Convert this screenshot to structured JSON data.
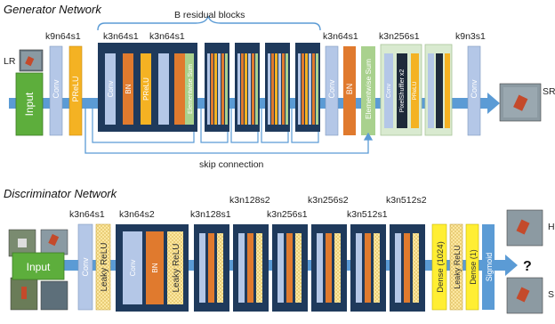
{
  "generator": {
    "title": "Generator Network",
    "residual_label": "B residual blocks",
    "skip_label": "skip connection",
    "input_tag": "LR",
    "output_tag": "SR",
    "input_label": "Input",
    "conv_label": "Conv",
    "prelu_label": "PReLU",
    "bn_label": "BN",
    "ew_sum_label": "Elementwise Sum",
    "pixelshuffler_label": "PixelShuffler x2",
    "params": {
      "first": "k9n64s1",
      "block_a": "k3n64s1",
      "block_b": "k3n64s1",
      "post": "k3n64s1",
      "upsample": "k3n256s1",
      "final": "k9n3s1"
    }
  },
  "discriminator": {
    "title": "Discriminator Network",
    "input_label": "Input",
    "conv_label": "Conv",
    "bn_label": "BN",
    "leaky_label": "Leaky ReLU",
    "dense1024_label": "Dense (1024)",
    "dense1_label": "Dense (1)",
    "sigmoid_label": "Sigmoid",
    "question": "?",
    "out_tag_top": "H",
    "out_tag_bottom": "S",
    "params": {
      "p1": "k3n64s1",
      "p2": "k3n64s2",
      "p3": "k3n128s1",
      "p4": "k3n128s2",
      "p5": "k3n256s1",
      "p6": "k3n256s2",
      "p7": "k3n512s1",
      "p8": "k3n512s2"
    }
  },
  "colors": {
    "input_green": "#5dae3c",
    "conv_blue": "#b4c7e7",
    "prelu_yellow": "#f4b223",
    "bn_orange": "#e07a2e",
    "block_navy": "#1f3a5c",
    "sum_green": "#a9d18e",
    "pixel_dark": "#1e2a3a",
    "arrow_blue": "#5b9bd5",
    "dense_yellow": "#ffee33",
    "leaky_pattern": "#f7dc6f",
    "sigmoid_blue": "#5b9bd5"
  }
}
